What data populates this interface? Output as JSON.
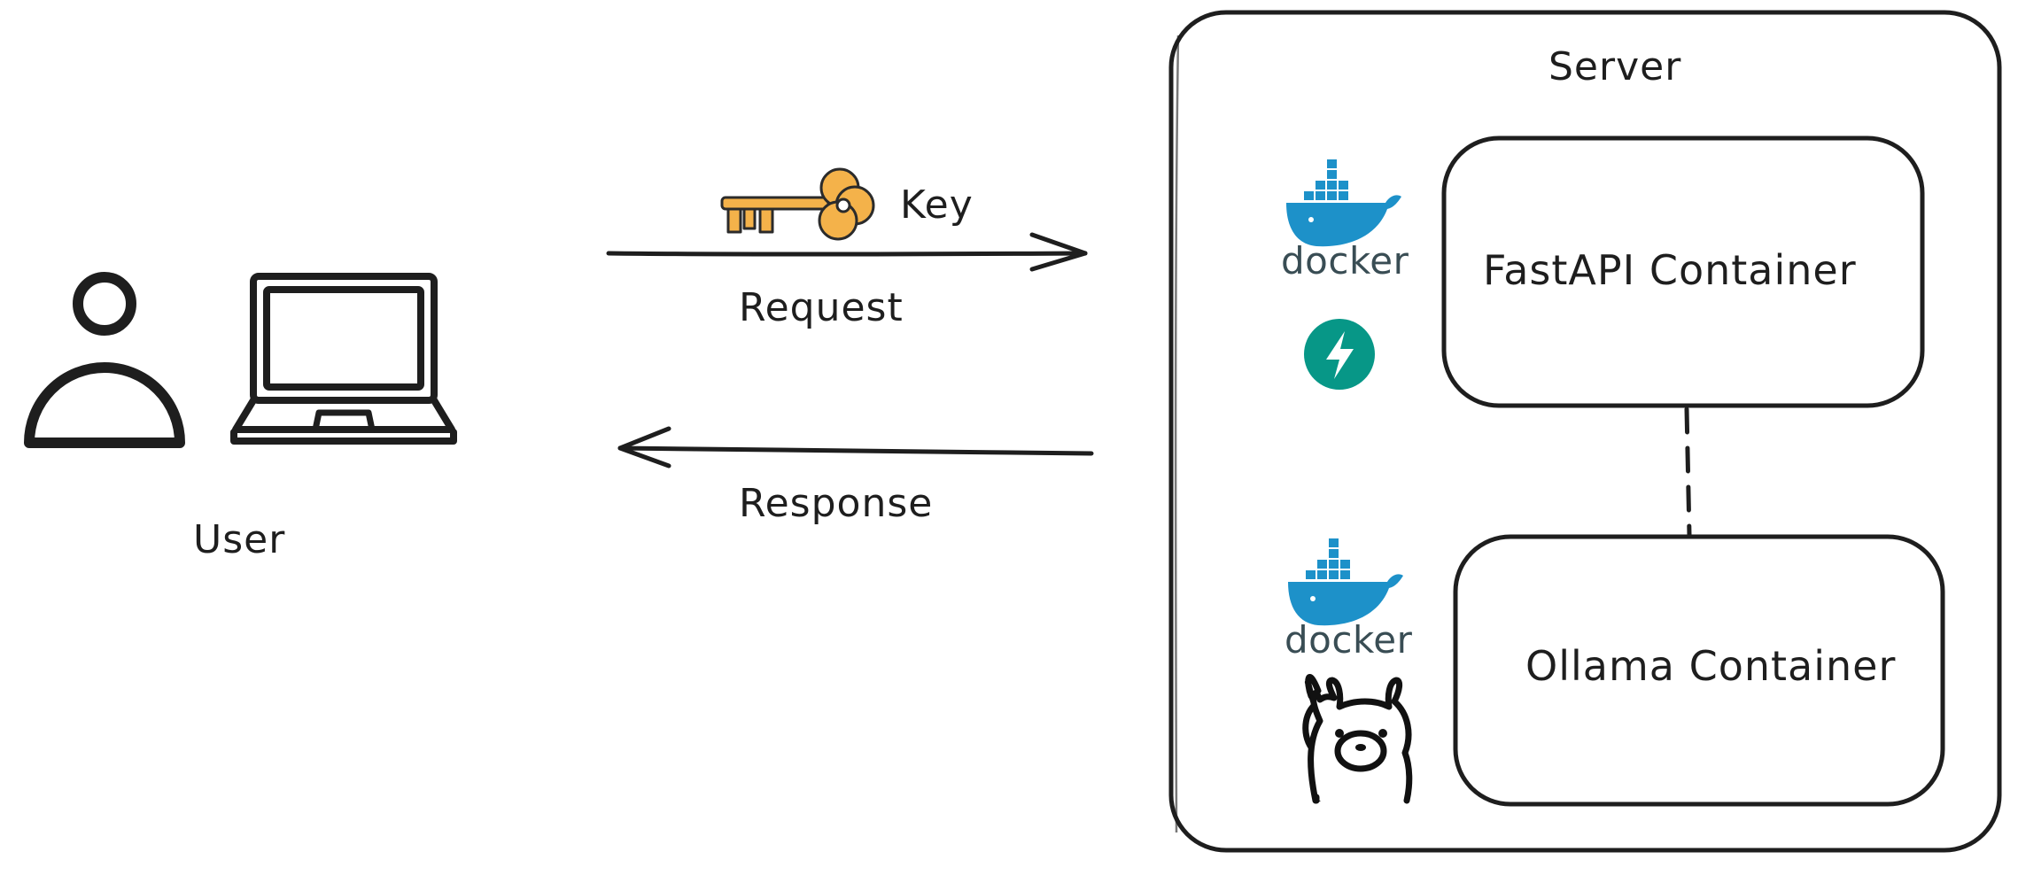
{
  "user": {
    "label": "User"
  },
  "request": {
    "label": "Request",
    "key_label": "Key"
  },
  "response": {
    "label": "Response"
  },
  "server": {
    "label": "Server",
    "fastapi_container": {
      "label": "FastAPI Container",
      "logos": [
        "docker-logo",
        "fastapi-logo"
      ]
    },
    "ollama_container": {
      "label": "Ollama Container",
      "logos": [
        "docker-logo",
        "ollama-llama-logo"
      ]
    },
    "docker_text": "docker"
  },
  "colors": {
    "stroke": "#1e1e1e",
    "key": "#f4b24a",
    "docker_blue": "#1d91c9",
    "docker_text": "#394d54",
    "fastapi_teal": "#079787"
  }
}
